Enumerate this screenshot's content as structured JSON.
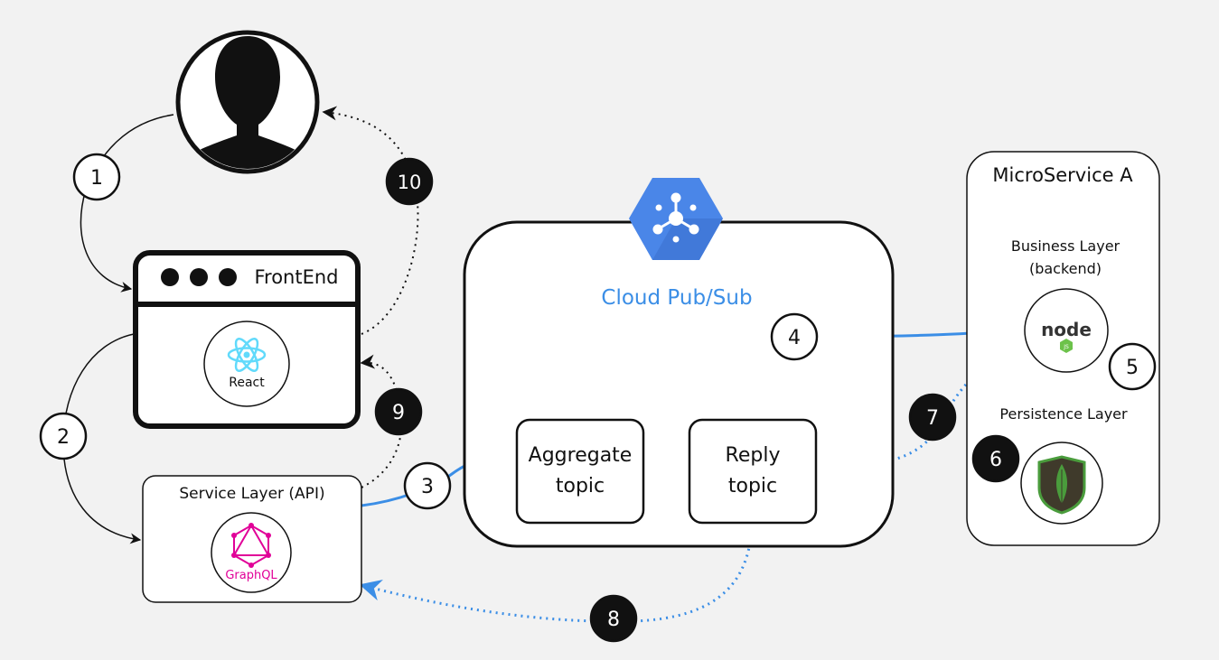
{
  "frontend": {
    "title": "FrontEnd",
    "framework": "React"
  },
  "service_layer": {
    "title": "Service Layer (API)",
    "tech": "GraphQL"
  },
  "pubsub": {
    "title": "Cloud Pub/Sub",
    "topics": [
      {
        "line1": "Aggregate",
        "line2": "topic"
      },
      {
        "line1": "Reply",
        "line2": "topic"
      }
    ]
  },
  "microservice": {
    "title": "MicroService A",
    "business_layer_line1": "Business Layer",
    "business_layer_line2": "(backend)",
    "persistence_layer": "Persistence Layer",
    "node_logo_text": "node",
    "node_logo_sub": "JS"
  },
  "steps": [
    "1",
    "2",
    "3",
    "4",
    "5",
    "6",
    "7",
    "8",
    "9",
    "10"
  ],
  "colors": {
    "background": "#f2f2f2",
    "stroke": "#111111",
    "blue": "#3b8ee6",
    "gcp_blue": "#4a86e8",
    "react": "#61dafb",
    "graphql": "#e10098",
    "mongo_green": "#4a9c3c",
    "mongo_bg": "#3f3a2b",
    "dark_badge": "#111111"
  }
}
